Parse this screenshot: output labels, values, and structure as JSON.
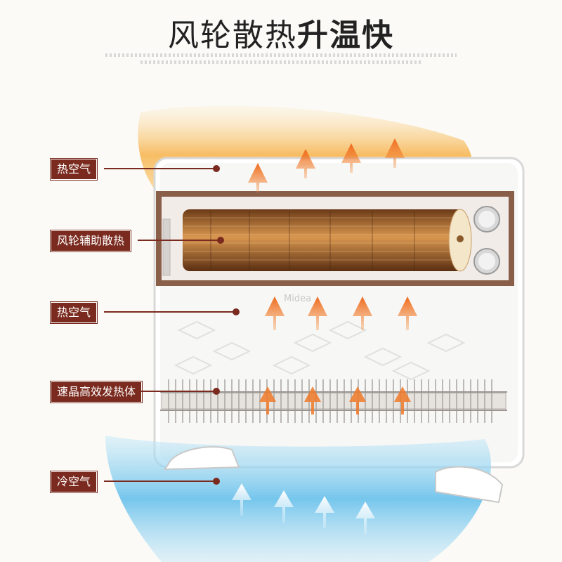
{
  "title": {
    "part1": "风轮散热",
    "part2": "升温快"
  },
  "brand": "Midea",
  "labels": {
    "hot_air_top": "热空气",
    "fan_assist": "风轮辅助散热",
    "hot_air_mid": "热空气",
    "heating_element": "速晶高效发热体",
    "cold_air": "冷空气"
  },
  "colors": {
    "label_bg": "#7a2a1e",
    "hot_arrow": "#f07a2a",
    "cold_flow": "#6ec3ec",
    "warm_flow": "#f6b24a"
  }
}
